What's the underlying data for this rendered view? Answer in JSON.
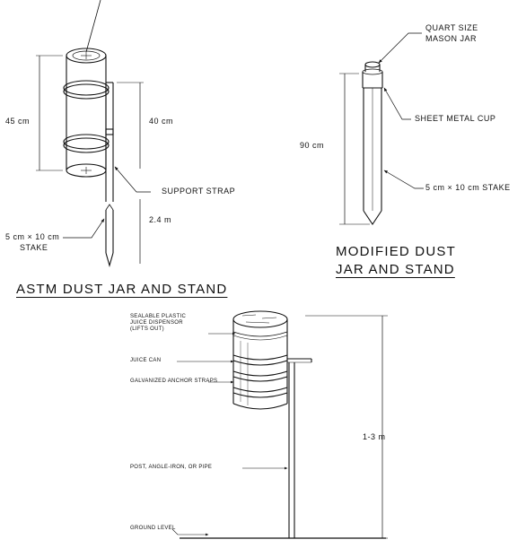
{
  "astm": {
    "title": "ASTM DUST JAR AND STAND",
    "height_label": "45 cm",
    "pole_label": "40 cm",
    "strap_label": "SUPPORT STRAP",
    "stake_height_label": "2.4 m",
    "stake_label_line1": "5 cm × 10 cm",
    "stake_label_line2": "STAKE"
  },
  "modified": {
    "title_line1": "MODIFIED DUST",
    "title_line2": "JAR AND STAND",
    "jar_label_line1": "QUART SIZE",
    "jar_label_line2": "MASON JAR",
    "cup_label": "SHEET METAL CUP",
    "height_label": "90 cm",
    "stake_label": "5 cm × 10 cm STAKE"
  },
  "dispenser": {
    "label_line1": "SEALABLE PLASTIC",
    "label_line2": "JUICE DISPENSOR",
    "label_line3": "(LIFTS OUT)",
    "can_label": "JUICE CAN",
    "straps_label": "GALVANIZED ANCHOR STRAPS",
    "post_label": "POST, ANGLE-IRON, OR PIPE",
    "ground_label": "GROUND LEVEL",
    "height_label": "1-3 m"
  }
}
